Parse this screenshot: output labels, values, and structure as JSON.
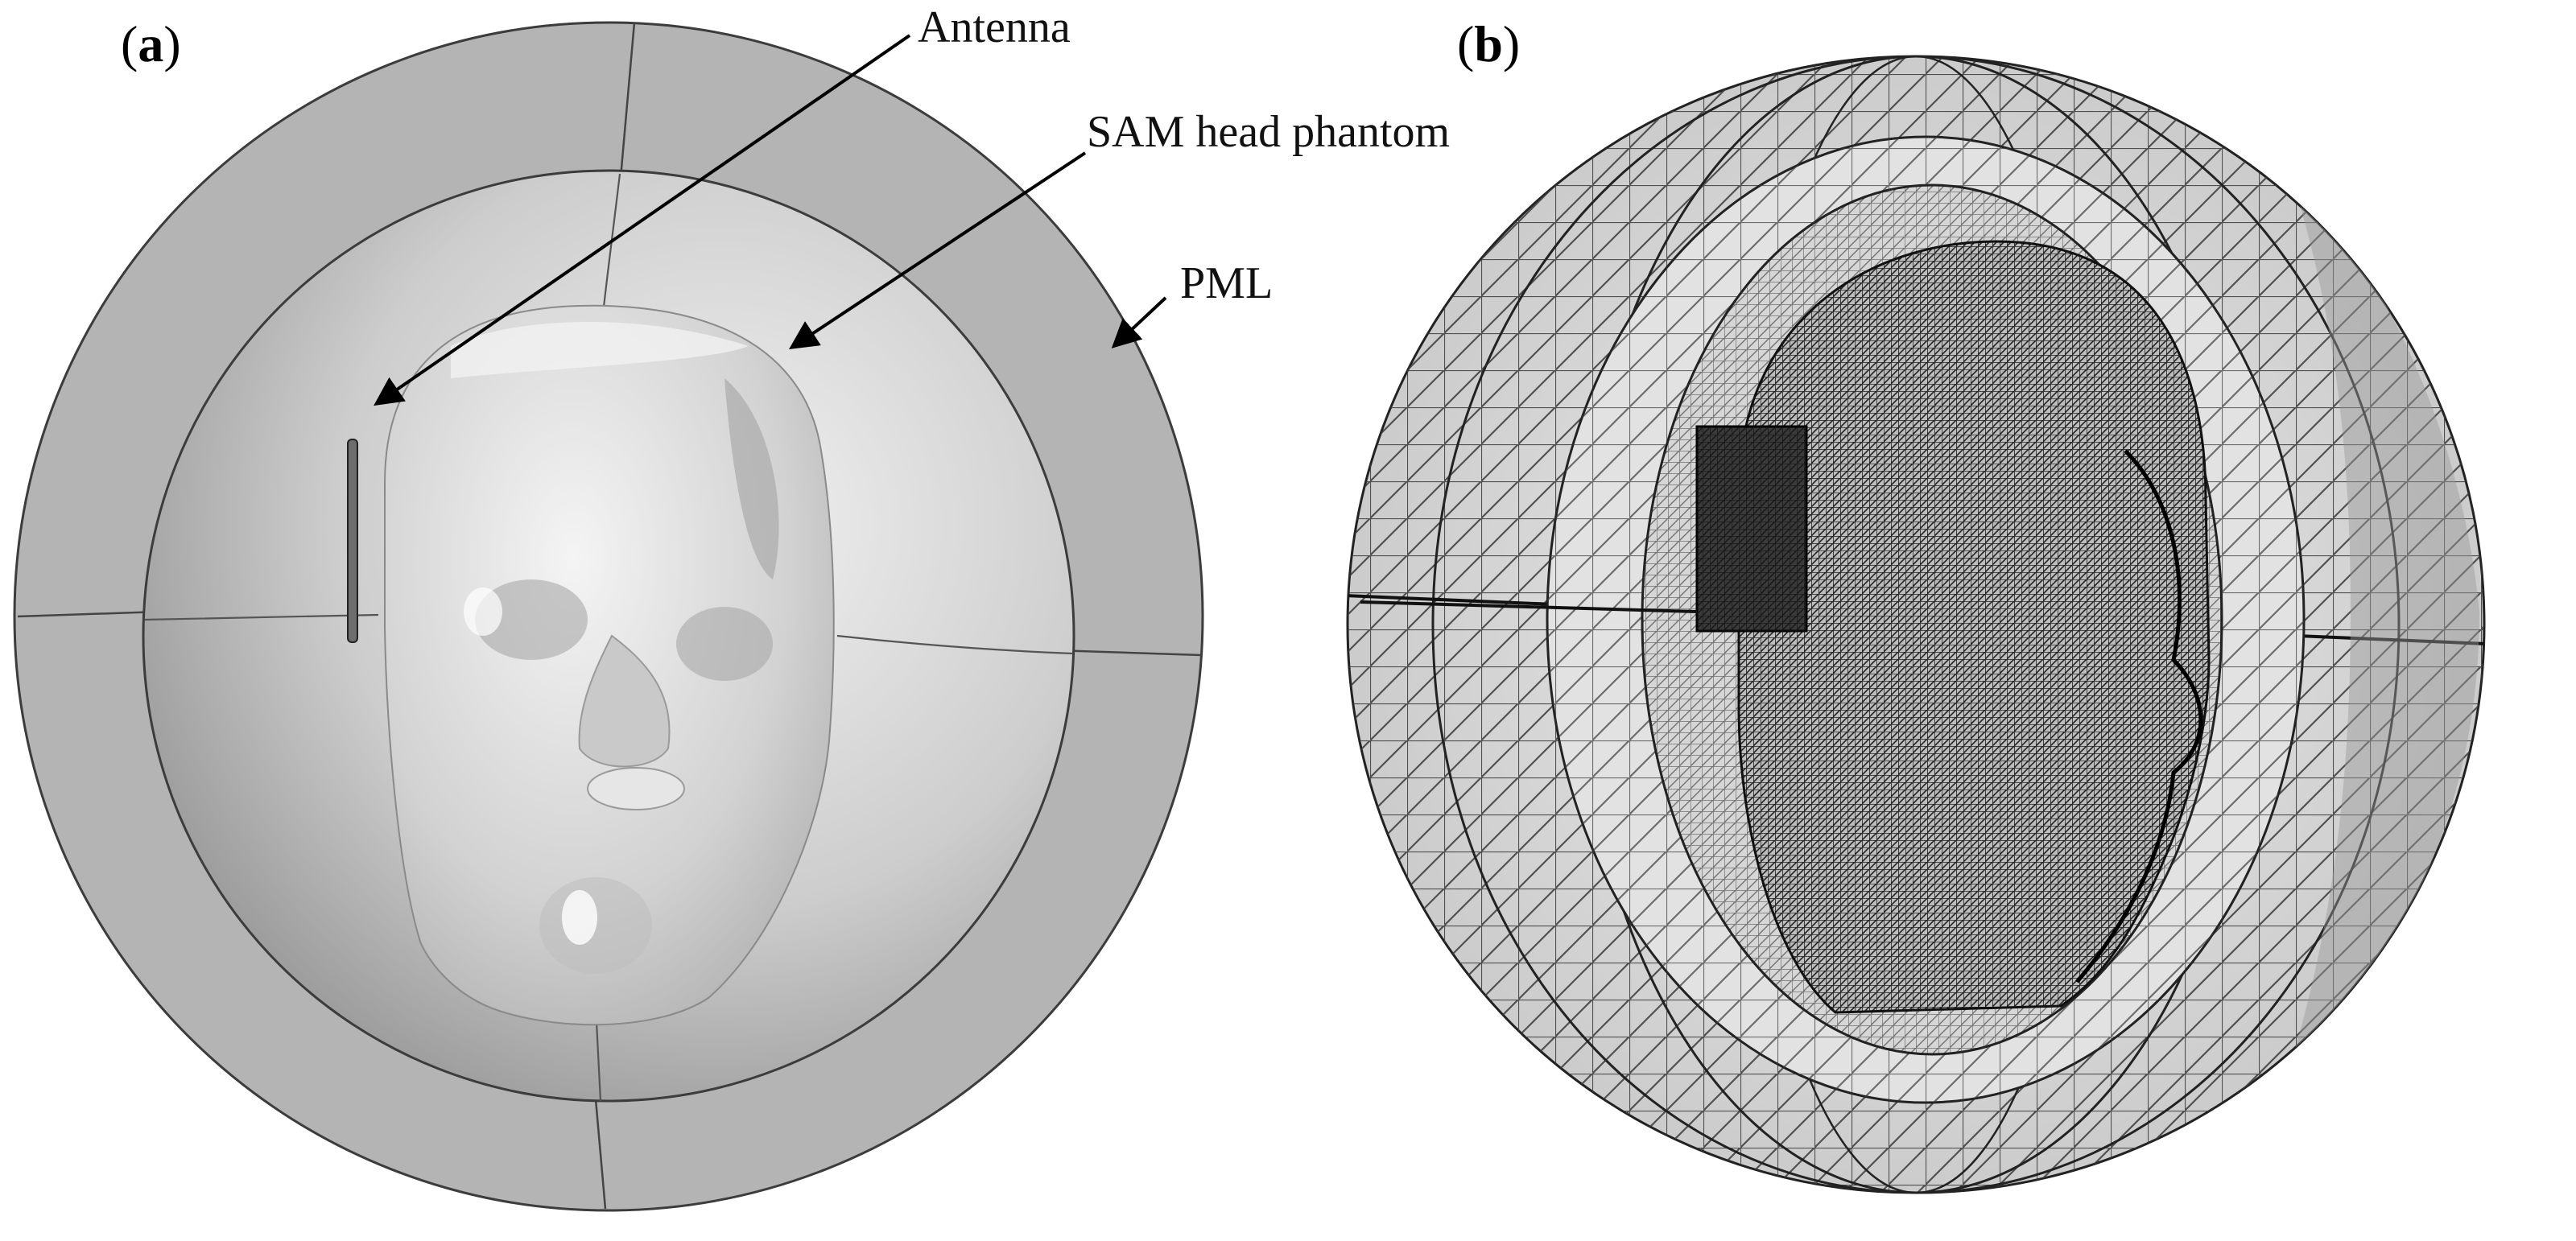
{
  "panel_a": {
    "label_open": "(",
    "label_letter": "a",
    "label_close": ")",
    "callouts": {
      "antenna": "Antenna",
      "sam_head_phantom": "SAM head phantom",
      "pml": "PML"
    }
  },
  "panel_b": {
    "label_open": "(",
    "label_letter": "b",
    "label_close": ")"
  },
  "colors": {
    "pml_shell": "#b4b4b4",
    "inner_sphere": "#cfcfcf",
    "head_surface": "#d9d9d9",
    "mesh_line": "#2a2a2a",
    "background": "#ffffff"
  }
}
